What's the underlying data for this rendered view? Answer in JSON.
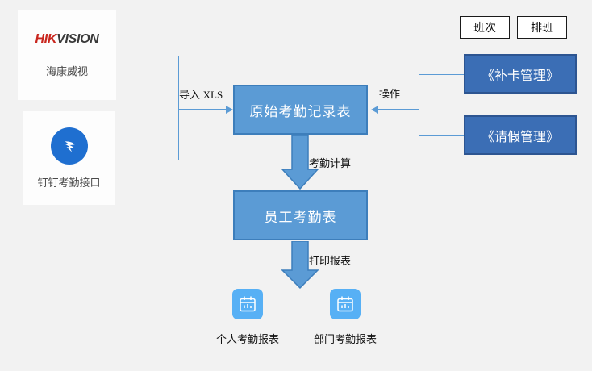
{
  "background_color": "#f2f2f2",
  "theme": {
    "process_fill": "#5b9bd5",
    "process_border": "#3d7ebb",
    "module_fill": "#3b6eb5",
    "module_border": "#2d5591",
    "connector": "#5b9bd5",
    "report_icon_fill": "#57b0f5",
    "hik_red": "#c9261e",
    "hik_dark": "#3a3a3a",
    "dingtalk_blue": "#1f6fd0"
  },
  "sources": [
    {
      "id": "hikvision",
      "logo_text_red": "HIK",
      "logo_text_dark": "VISION",
      "label": "海康威视",
      "icon": "hikvision-logo"
    },
    {
      "id": "dingtalk",
      "label": "钉钉考勤接口",
      "icon": "dingtalk-logo"
    }
  ],
  "process_boxes": [
    {
      "id": "raw-record",
      "label": "原始考勤记录表"
    },
    {
      "id": "employee-sheet",
      "label": "员工考勤表"
    }
  ],
  "module_boxes": [
    {
      "id": "buka",
      "label": "《补卡管理》"
    },
    {
      "id": "qingjia",
      "label": "《请假管理》"
    }
  ],
  "tag_boxes": [
    {
      "id": "banci",
      "label": "班次"
    },
    {
      "id": "paiban",
      "label": "排班"
    }
  ],
  "edges": [
    {
      "id": "import-xls",
      "label_cjk": "导入",
      "label_latin": "XLS",
      "direction": "right"
    },
    {
      "id": "operate",
      "label_cjk": "操作",
      "label_latin": "",
      "direction": "left"
    },
    {
      "id": "attendance-calc",
      "label_cjk": "考勤计算",
      "label_latin": "",
      "direction": "down"
    },
    {
      "id": "print-report",
      "label_cjk": "打印报表",
      "label_latin": "",
      "direction": "down"
    }
  ],
  "reports": [
    {
      "id": "personal-report",
      "label": "个人考勤报表",
      "icon": "calendar-chart-icon"
    },
    {
      "id": "department-report",
      "label": "部门考勤报表",
      "icon": "calendar-chart-icon"
    }
  ]
}
